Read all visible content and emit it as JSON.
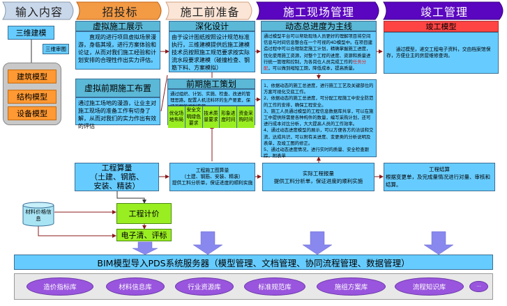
{
  "phases": [
    {
      "label": "输入内容",
      "color": "#c9d7ea"
    },
    {
      "label": "招投标",
      "color": "#f39a44"
    },
    {
      "label": "施工前准备",
      "color": "#fbe5d6"
    },
    {
      "label": "施工现场管理",
      "color": "#5a06c0"
    },
    {
      "label": "竣工管理",
      "color": "#5a06c0"
    }
  ],
  "input": {
    "modeling": "三维建模",
    "review": "三维审图",
    "models": [
      "建筑模型",
      "结构模型",
      "设备模型"
    ],
    "material_db": "材料价格信息"
  },
  "bidding": {
    "virtual_display": {
      "title": "虚拟施工展示",
      "text": "直观的进行项目虚拟场景漫游，身临其境，进行方案体验和论证，从而对我们施工经验和计划安排的合理性作出实力评估。"
    },
    "virtual_layout": {
      "title": "虚拟前期施工布置",
      "text": "通过施工场地的漫游，让业主对施工现场的准备工作有切身了解，从而对我们的实力作出有效的评估"
    },
    "quantity": {
      "title": "工程算量",
      "line2": "（土建、钢筋、",
      "line3": "安装、精装）"
    },
    "pricing": "工程计价",
    "e_bidding": "电子清、评标"
  },
  "prep": {
    "detailed_design": {
      "title": "深化设计",
      "text": "由于设计图纸按照设计规范标准执行，三维建模提供后施工建模技术员按照施工规范要求按实际流水段要求建模（碰撞检查、钢筋下料、方案模拟）"
    },
    "planning": {
      "title": "前期施工策划",
      "text": "通过组织、计划、实施、检查、改进的管理思路，配置人机法料环的生产要素，保证工程的顺利实施",
      "cells": [
        "优化场地布局",
        "安全文明绿色要求",
        "技术质量要求",
        "形象进度时间",
        "资金采购时间"
      ]
    },
    "drawing_quantity": {
      "title": "工程施工图算量",
      "line2": "（土建、钢筋、安装、精装）",
      "line3": "提供工料分析单，保证进度的顺利实施"
    }
  },
  "site": {
    "main_line": {
      "title": "动态总进度为主线",
      "text_before": "通过模型平台可以帮助现场人员更好的理解项目将空间信息与时间信息整合在一个可视的4D模型中。在项目建造过程中可以合理制定施工计划，精确掌握施工进度，优化使用施工资源，对整个工程的进度、资源和质量进行统一管理和控制，为各岗位人员完成工作的",
      "highlight": "任务分配",
      "text_after": "，可以做到缩短工期，降低成本，提高质量。"
    },
    "items": [
      "1、依据动态的施工总进度，进行施工工艺及关键部位的方案可视化交底工作。",
      "2、依据动态的施工总进度，可分配工程施工中安全防范的工作的安排，确保工程安全。",
      "3、施工人员通过模型的工程信息数据库共享，可以在施工中提供所需要各种构件的数量，编写采购计划，还可进行成本对比分析，大大提高人员的工作效率。",
      "4、通过动态进度模型的展示，可以方便各方的洽谈和交流，达成共识，可以附有关进度、变更类的分析说明及表单，及竣工图的修正。",
      "5、通过动态进度情况，进行实时的质量、安全检查跟踪，附表单"
    ],
    "actual_quantity": {
      "title": "实际工程报量",
      "text": "提供工料分析单，保证进度的顺利实施"
    }
  },
  "completion": {
    "model": {
      "title": "竣工模型",
      "text": "通过模型，递交工程电子资料，交由档案馆保存，方便业主的房屋维修查询。"
    },
    "settlement": {
      "title": "工程结算",
      "text": "根据变更单，及完成量情况进行对量、审核和结算。"
    }
  },
  "server": {
    "label": "BIM模型导入PDS系统服务器（模型管理、文档管理、协同流程管理、数据管理）"
  },
  "libraries": [
    "造价指标库",
    "材料信息库",
    "行业资源库",
    "标准规范库",
    "施组方案库",
    "流程知识库",
    "···"
  ],
  "colors": {
    "box_blue": "#66ccff",
    "title_blue": "#5bb8d6",
    "orange": "#ff9933",
    "green": "#99ee22",
    "purple": "#9955dd",
    "red_title": "#ff4444",
    "arrow": "#8888ee",
    "connector": "#8b1a1a"
  }
}
